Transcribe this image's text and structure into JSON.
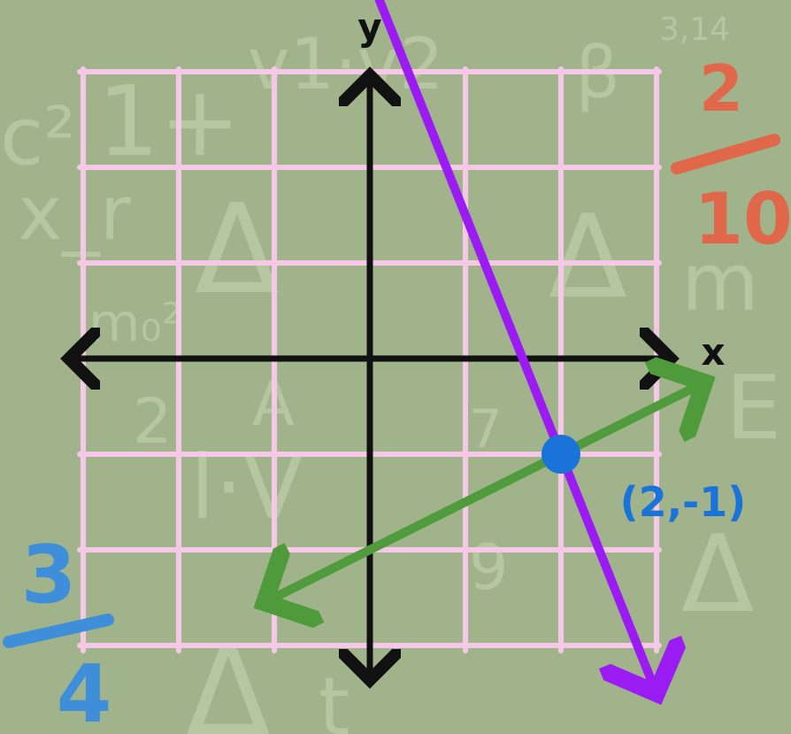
{
  "axes": {
    "x_label": "x",
    "y_label": "y",
    "grid_range": [
      -3,
      3
    ]
  },
  "point": {
    "x": 2,
    "y": -1,
    "label": "(2,-1)",
    "color": "#1a73d9"
  },
  "lines": [
    {
      "id": "line-1",
      "slope": -2.5,
      "color": "#9b1cf2"
    },
    {
      "id": "line-2",
      "slope": 0.5,
      "color": "#4f9a3a"
    }
  ],
  "fractions": [
    {
      "numerator": "2",
      "denominator": "10",
      "color": "#e0674a"
    },
    {
      "numerator": "3",
      "denominator": "4",
      "color": "#3f8ed9"
    }
  ],
  "background_doodles": [
    "c²",
    "1+",
    "v1·v2",
    "β",
    "3,14",
    "x_r",
    "m₀²",
    "2",
    "l·V",
    "A",
    "7",
    "9",
    "m",
    "E",
    "Δ",
    "t"
  ],
  "colors": {
    "background": "#a1b38a",
    "grid": "#f4c8e6",
    "axes": "#111111"
  }
}
